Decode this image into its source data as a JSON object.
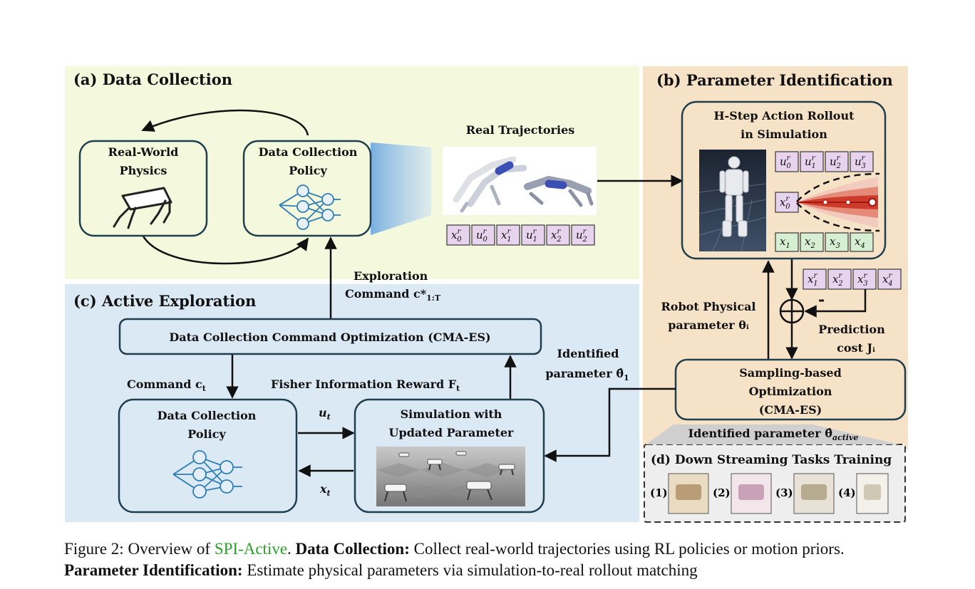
{
  "panels": {
    "a_title": "(a) Data Collection",
    "b_title": "(b) Parameter Identification",
    "c_title": "(c) Active Exploration",
    "d_title": "(d) Down Streaming Tasks Training"
  },
  "a": {
    "real_world_1": "Real-World",
    "real_world_2": "Physics",
    "policy_1": "Data Collection",
    "policy_2": "Policy",
    "real_traj": "Real Trajectories",
    "traj_tokens": [
      "x0r",
      "u0r",
      "x1r",
      "u1r",
      "x2r",
      "u2r"
    ]
  },
  "b": {
    "rollout_1": "H-Step Action Rollout",
    "rollout_2": "in Simulation",
    "u_tokens": [
      "u0r",
      "u1r",
      "u2r",
      "u3r"
    ],
    "x0_token": "x0r",
    "x_tokens": [
      "x1",
      "x2",
      "x3",
      "x4"
    ],
    "xr_tokens": [
      "x1r",
      "x2r",
      "x3r",
      "x4r"
    ],
    "minus": "-",
    "robot_param_1": "Robot Physical",
    "robot_param_2": "parameter θᵢ",
    "pred_cost_1": "Prediction",
    "pred_cost_2": "cost Jᵢ",
    "opt_1": "Sampling-based",
    "opt_2": "Optimization",
    "opt_3": "(CMA-ES)",
    "identified_active": "Identified parameter θ̂",
    "identified_active_sub": "active"
  },
  "c": {
    "explore_1": "Exploration",
    "explore_2": "Command c*",
    "explore_sub": "1:T",
    "cmd_opt": "Data Collection Command Optimization (CMA-ES)",
    "command": "Command c",
    "command_sub": "t",
    "fisher": "Fisher Information Reward F",
    "fisher_sub": "t",
    "identified_1": "Identified",
    "identified_2": "parameter θ̂",
    "identified_sub": "1",
    "policy_1": "Data Collection",
    "policy_2": "Policy",
    "sim_1": "Simulation with",
    "sim_2": "Updated Parameter",
    "u_label": "u",
    "u_sub": "t",
    "x_label": "x",
    "x_sub": "t"
  },
  "d": {
    "labels": [
      "(1)",
      "(2)",
      "(3)",
      "(4)"
    ]
  },
  "caption": {
    "fig": "Figure 2:",
    "p1": " Overview of ",
    "name": "SPI-Active",
    "p2": ". ",
    "b1": "Data Collection:",
    "p3": " Collect real-world trajectories using RL policies or motion priors. ",
    "b2": "Parameter Identification:",
    "p4": " Estimate physical parameters via simulation-to-real rollout matching"
  },
  "colors": {
    "panel_a": "#f4f8dd",
    "panel_b": "#f6e2c6",
    "panel_c": "#dbe9f5",
    "box_fill_a": "#f4f8dd",
    "token_u": "#e8d3ee",
    "token_x": "#d6efd3",
    "net": "#2f7fb5",
    "caption_link": "#2aa12a"
  }
}
